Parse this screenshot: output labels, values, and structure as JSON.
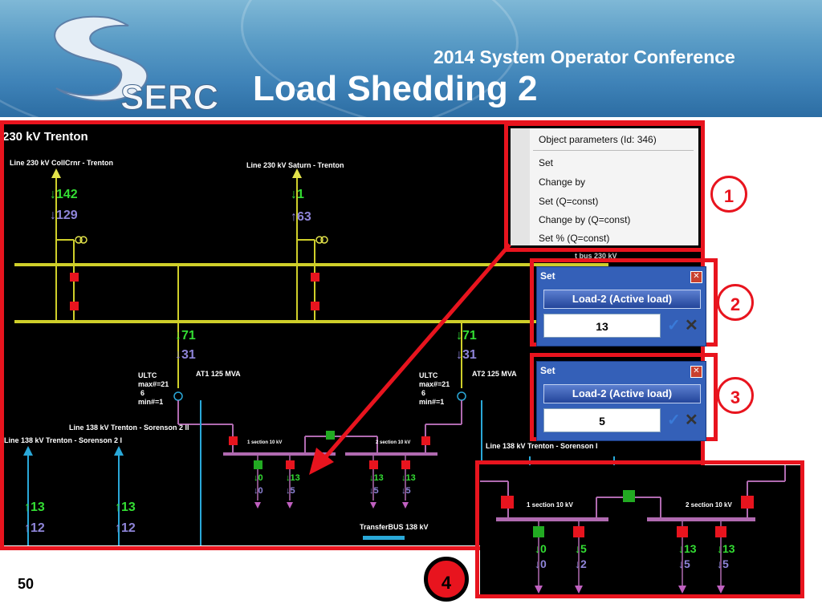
{
  "slide": {
    "conference": "2014 System Operator Conference",
    "title": "Load Shedding 2",
    "logo_text": "SERC",
    "page_number": "50",
    "accent_red": "#e8141e"
  },
  "scada": {
    "station_title": "230 kV Trenton",
    "line_left_top": "Line 230 kV CollCrnr - Trenton",
    "line_mid_top": "Line 230 kV Saturn - Trenton",
    "flow_a1": "142",
    "flow_a2": "129",
    "flow_b1": "1",
    "flow_b2": "63",
    "bus_label": "t bus 230 kV",
    "tx1_flow1": "71",
    "tx1_flow2": "31",
    "tx2_flow1": "71",
    "tx2_flow2": "31",
    "ultc1": "ULTC",
    "ultc1_max": "max#=21",
    "ultc1_pos": "6",
    "ultc1_min": "min#=1",
    "ultc2": "ULTC",
    "ultc2_max": "max#=21",
    "ultc2_pos": "6",
    "ultc2_min": "min#=1",
    "at1": "AT1 125 MVA",
    "at2": "AT2 125 MVA",
    "line_138_sor2ii": "Line 138 kV Trenton - Sorenson 2 II",
    "line_138_sor2i": "Line 138 kV Trenton - Sorenson 2 I",
    "line_138_sori": "Line 138 kV Trenton - Sorenson I",
    "section1": "1 section 10 kV",
    "section2": "2 section 10 kV",
    "load1a": "0",
    "load1a2": "0",
    "load1b": "13",
    "load1b2": "5",
    "load2a": "13",
    "load2a2": "5",
    "load2b": "13",
    "load2b2": "5",
    "left_flow1": "13",
    "left_flow2": "12",
    "left2_flow1": "13",
    "left2_flow2": "12",
    "transfer_bus": "TransferBUS 138 kV"
  },
  "context_menu": {
    "header": "Object parameters (Id: 346)",
    "items": [
      "Set",
      "Change by",
      "Set (Q=const)",
      "Change by (Q=const)",
      "Set % (Q=const)"
    ]
  },
  "dialog1": {
    "caption": "Set",
    "header": "Load-2 (Active load)",
    "value": "13"
  },
  "dialog2": {
    "caption": "Set",
    "header": "Load-2 (Active load)",
    "value": "5"
  },
  "callouts": {
    "c1": "1",
    "c2": "2",
    "c3": "3",
    "c4": "4"
  },
  "zoom": {
    "section1": "1 section 10 kV",
    "section2": "2 section 10 kV",
    "l1a": "0",
    "l1a2": "0",
    "l1b": "5",
    "l1b2": "2",
    "l2a": "13",
    "l2a2": "5",
    "l2b": "13",
    "l2b2": "5"
  }
}
